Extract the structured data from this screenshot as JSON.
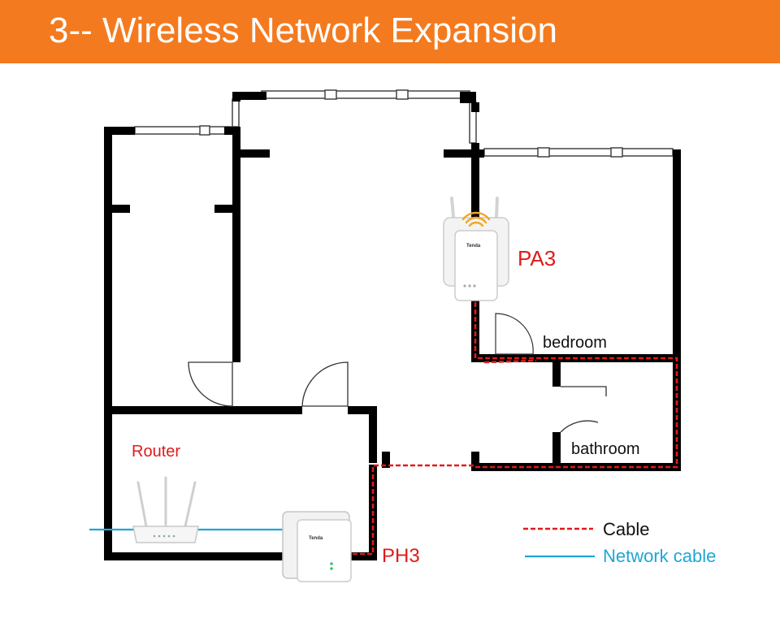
{
  "header": {
    "title": "3-- Wireless Network Expansion"
  },
  "devices": {
    "pa3": {
      "label": "PA3",
      "brand": "Tenda"
    },
    "ph3": {
      "label": "PH3",
      "brand": "Tenda"
    },
    "router": {
      "label": "Router"
    }
  },
  "rooms": {
    "bedroom": "bedroom",
    "bathroom": "bathroom"
  },
  "legend": {
    "cable": "Cable",
    "network_cable": "Network cable"
  },
  "colors": {
    "banner": "#f47a1f",
    "device_label": "#e01b1b",
    "cable": "#e01b1b",
    "network_cable": "#1fa6d6",
    "wall": "#000000",
    "wifi_signal": "#f5a623"
  }
}
